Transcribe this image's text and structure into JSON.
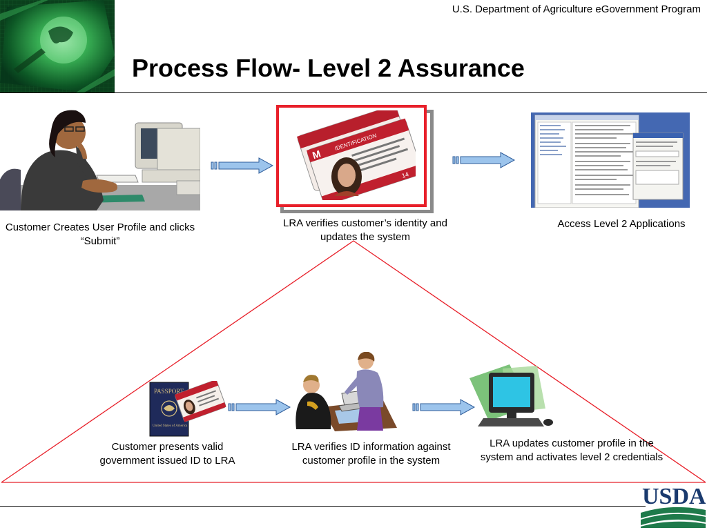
{
  "header": {
    "org": "U.S. Department of Agriculture eGovernment Program",
    "title": "Process Flow- Level 2 Assurance"
  },
  "top_flow": [
    {
      "caption": "Customer Creates User Profile and clicks “Submit”"
    },
    {
      "caption": "LRA verifies customer’s identity and updates the system"
    },
    {
      "caption": "Access Level 2 Applications"
    }
  ],
  "bottom_flow": [
    {
      "caption": "Customer presents valid government issued ID to LRA"
    },
    {
      "caption": "LRA verifies ID information against customer profile in the system"
    },
    {
      "caption": "LRA updates customer profile in the system and activates level 2 credentials"
    }
  ],
  "id_card": {
    "brand": "M",
    "bar_text": "IDENTIFICATION",
    "number": "14"
  },
  "passport": {
    "title": "PASSPORT",
    "country": "United States of America"
  },
  "logo": {
    "text": "USDA"
  },
  "colors": {
    "highlight_border": "#e8202a",
    "arrow_fill": "#9cc4ec",
    "arrow_stroke": "#2e5c9a",
    "usda_blue": "#1a3a6e",
    "usda_green": "#1e7a4a"
  }
}
